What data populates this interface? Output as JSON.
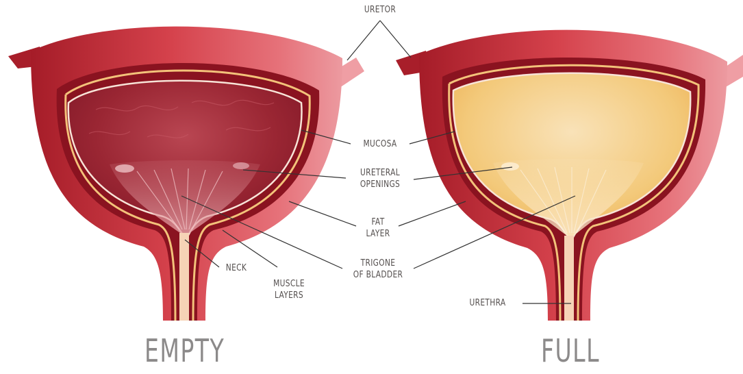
{
  "labels": {
    "uretor": "URETOR",
    "mucosa": "MUCOSA",
    "ureteral_openings": [
      "URETERAL",
      "OPENINGS"
    ],
    "fat_layer": [
      "FAT",
      "LAYER"
    ],
    "trigone": [
      "TRIGONE",
      "OF BLADDER"
    ],
    "neck": "NECK",
    "muscle_layers": [
      "MUSCLE",
      "LAYERS"
    ],
    "urethra": "URETHRA"
  },
  "captions": {
    "left": "EMPTY",
    "right": "FULL"
  },
  "colors": {
    "outer_wall": "#c9303a",
    "muscle_layer": "#8a1320",
    "fat_line": "#f3c27a",
    "mucosa_edge": "#f8e4d8",
    "empty_interior": "#a8303c",
    "full_interior": "#f2c46a",
    "leader_line": "#333333",
    "label_text": "#55504f",
    "caption_text": "#8c8a8a"
  }
}
